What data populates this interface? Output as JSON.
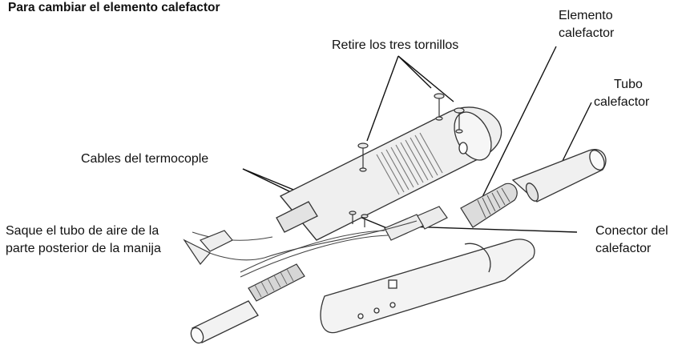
{
  "title": "Para cambiar el elemento calefactor",
  "labels": {
    "remove_screws": "Retire los tres tornillos",
    "heating_element_line1": "Elemento",
    "heating_element_line2": "calefactor",
    "heating_tube_line1": "Tubo",
    "heating_tube_line2": "calefactor",
    "thermocouple_cables": "Cables del termocople",
    "air_tube_line1": "Saque el tubo de aire de la",
    "air_tube_line2": "parte posterior de la manija",
    "heater_connector_line1": "Conector del",
    "heater_connector_line2": "calefactor"
  }
}
